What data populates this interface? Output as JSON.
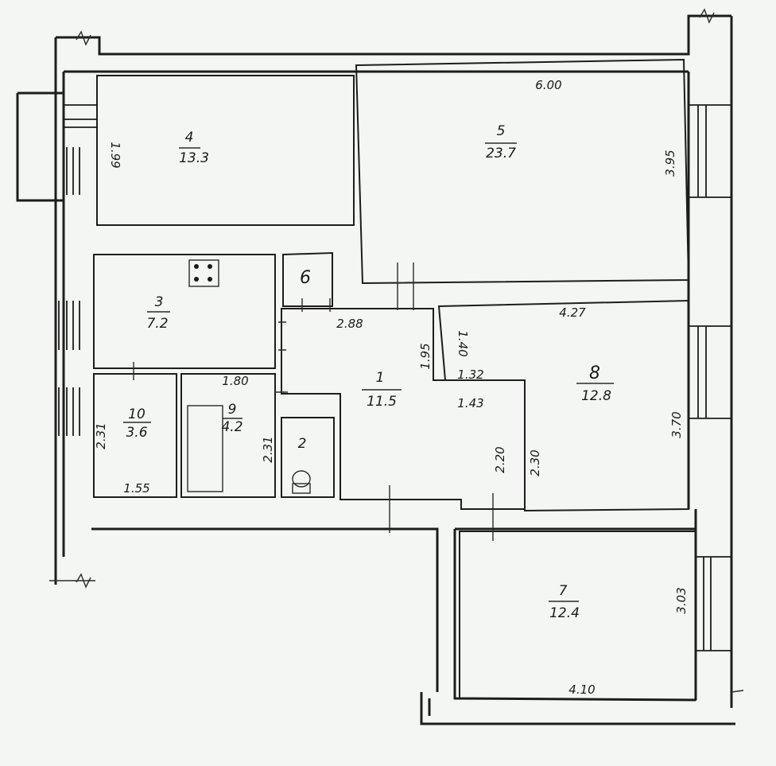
{
  "rooms": [
    {
      "id": "r4",
      "number": "4",
      "area": "13.3"
    },
    {
      "id": "r5",
      "number": "5",
      "area": "23.7"
    },
    {
      "id": "r3",
      "number": "3",
      "area": "7.2"
    },
    {
      "id": "r6",
      "number": "6",
      "area": ""
    },
    {
      "id": "r1",
      "number": "1",
      "area": "11.5"
    },
    {
      "id": "r8",
      "number": "8",
      "area": "12.8"
    },
    {
      "id": "r10",
      "number": "10",
      "area": "3.6"
    },
    {
      "id": "r9",
      "number": "9",
      "area": "4.2"
    },
    {
      "id": "r2",
      "number": "2",
      "area": ""
    },
    {
      "id": "r7",
      "number": "7",
      "area": "12.4"
    }
  ],
  "dimensions": {
    "d600": "6.00",
    "d199": "1.99",
    "d395": "3.95",
    "d288": "2.88",
    "d427": "4.27",
    "d140": "1.40",
    "d195": "1.95",
    "d132": "1.32",
    "d143": "1.43",
    "d180": "1.80",
    "d370": "3.70",
    "d231a": "2.31",
    "d231b": "2.31",
    "d155": "1.55",
    "d220": "2.20",
    "d230": "2.30",
    "d303": "3.03",
    "d410": "4.10"
  }
}
